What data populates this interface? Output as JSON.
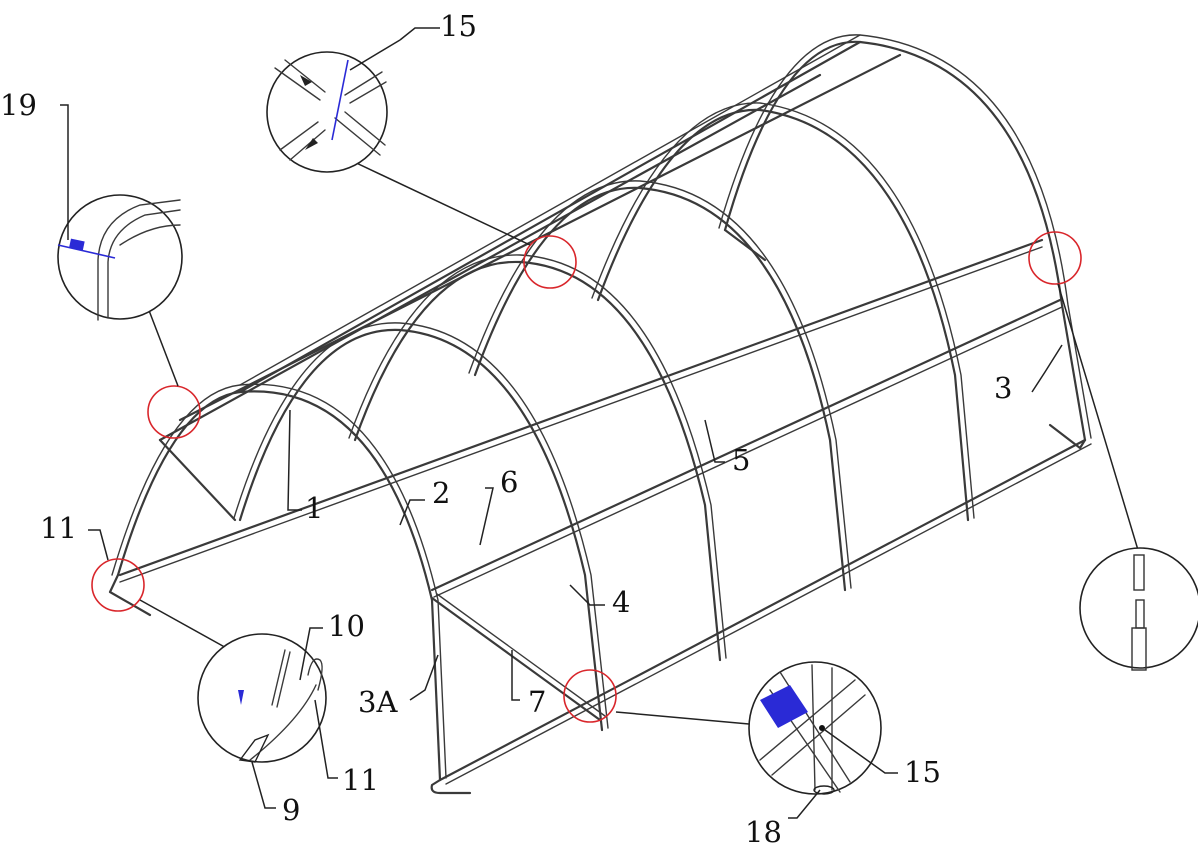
{
  "diagram": {
    "part_labels": {
      "p1": "1",
      "p2": "2",
      "p3": "3",
      "p3a": "3A",
      "p4": "4",
      "p5": "5",
      "p6": "6",
      "p7": "7",
      "p9": "9",
      "p10": "10",
      "p11_top": "11",
      "p11_bottom": "11",
      "p15_top": "15",
      "p15_bottom": "15",
      "p18": "18",
      "p19": "19"
    },
    "highlight_color": "#d9262b",
    "accent_color": "#2a2ad6"
  }
}
